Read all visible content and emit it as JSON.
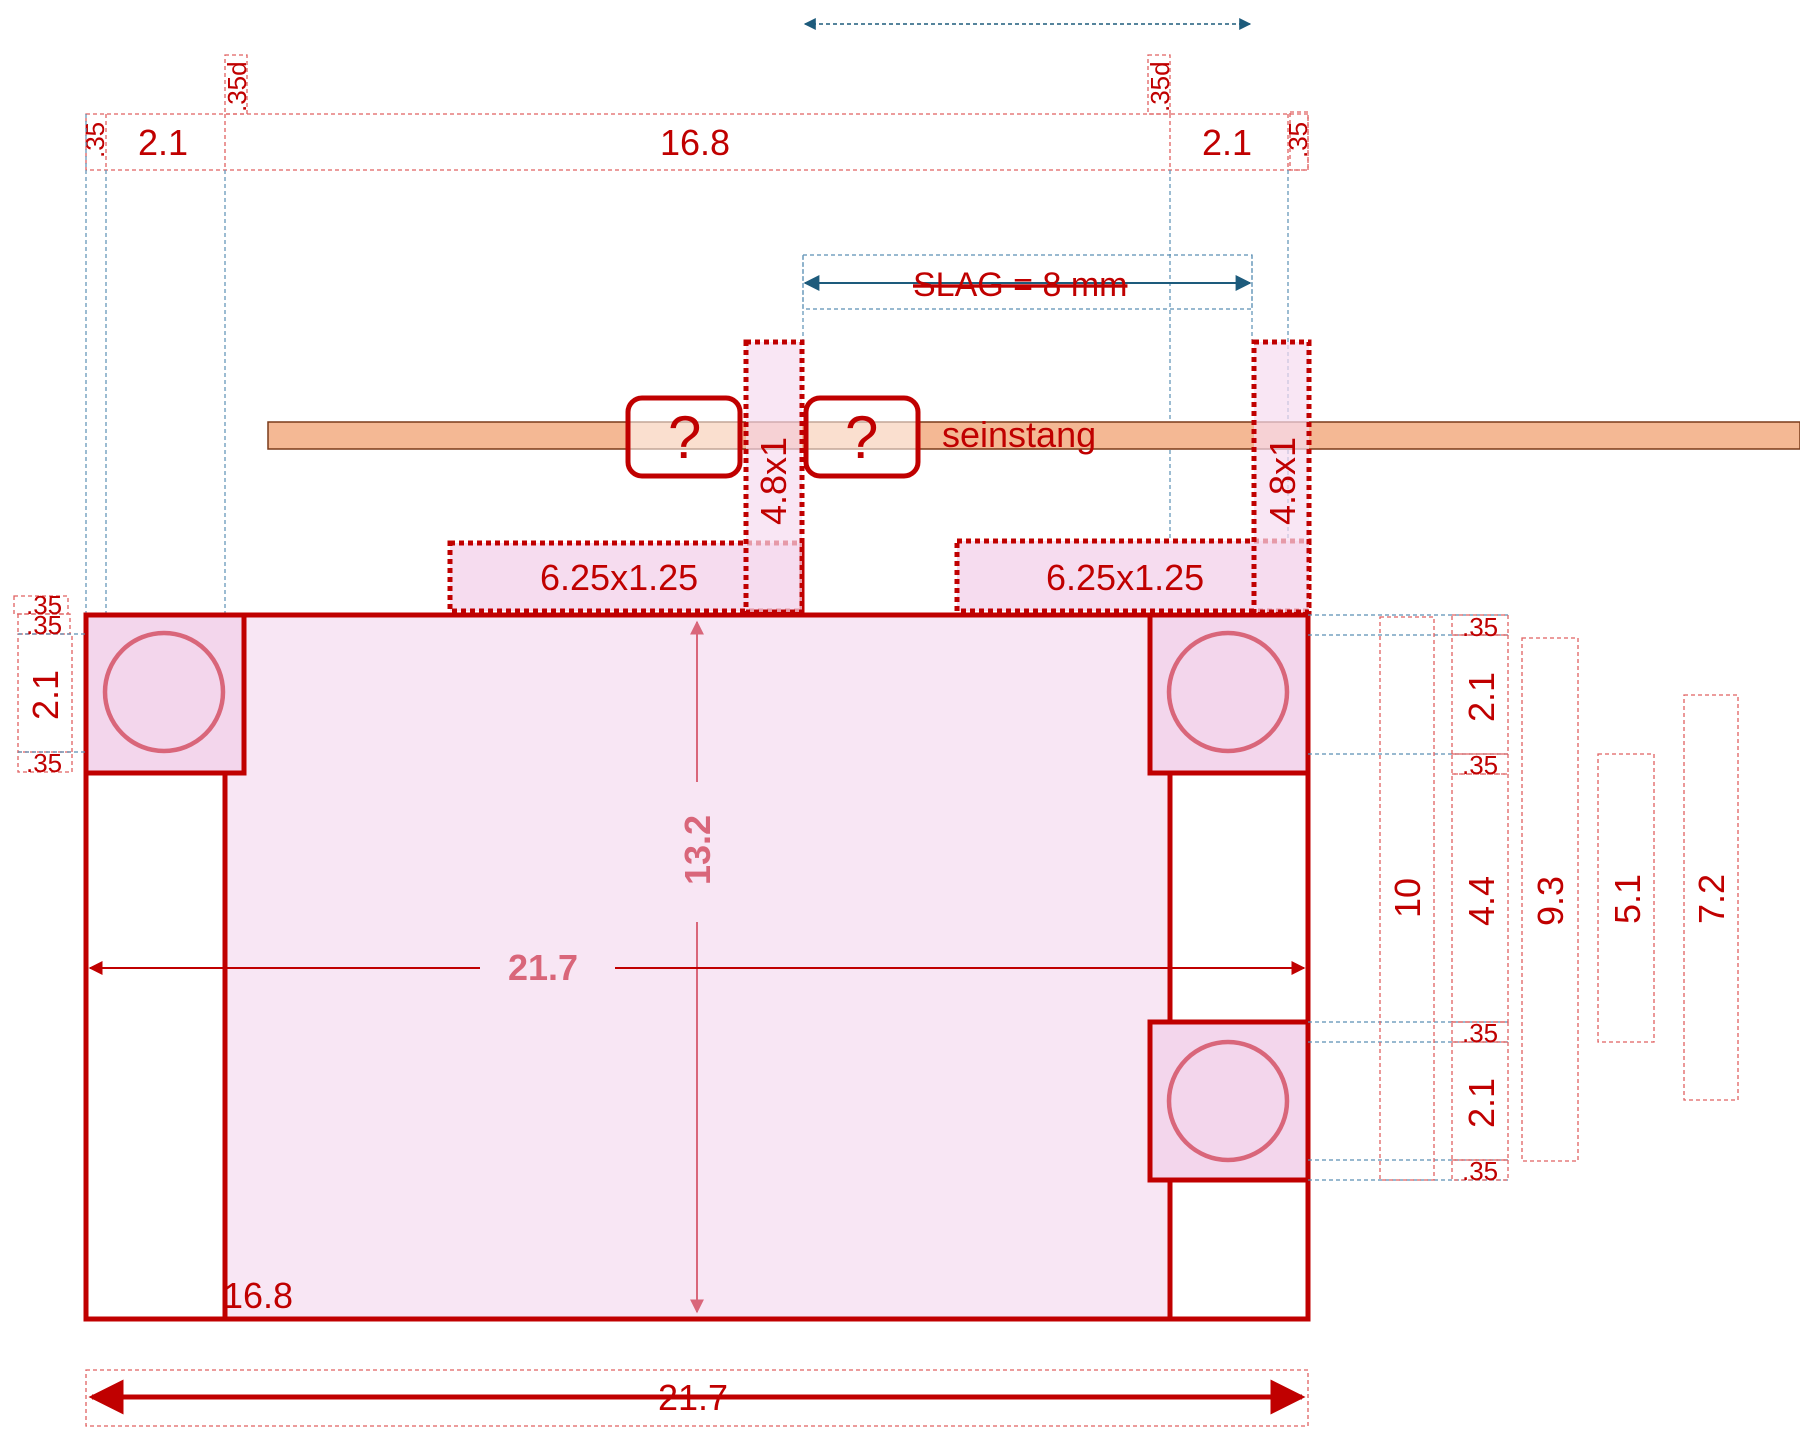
{
  "colors": {
    "accent_red": "#c00000",
    "pcb_fill": "#f8e6f4",
    "rod_fill": "#f4b894",
    "arrow_blue": "#1d5b7c",
    "circle_pink": "#d9667a"
  },
  "top_dims": {
    "left_gap": ".35",
    "left_pad": "2.1",
    "left_hole": ".35d",
    "center": "16.8",
    "right_hole": ".35d",
    "right_pad": "2.1",
    "right_gap": ".35"
  },
  "stroke_label": "SLAG = 8 mm",
  "rod_label": "seinstang",
  "unknown_left": "?",
  "unknown_right": "?",
  "post_left": "4.8x1",
  "post_right": "4.8x1",
  "pad_left": "6.25x1.25",
  "pad_right": "6.25x1.25",
  "left_dims": {
    "top1": ".35",
    "top2": ".35",
    "pad": "2.1",
    "bottom": ".35"
  },
  "board": {
    "height": "13.2",
    "width": "21.7",
    "inner_width": "16.8",
    "overall_width": "21.7"
  },
  "right_dims": {
    "a1": ".35",
    "pad1": "2.1",
    "a2": ".35",
    "gap": "4.4",
    "a3": ".35",
    "pad2": "2.1",
    "a4": ".35",
    "span10": "10",
    "span93": "9.3",
    "span51": "5.1",
    "span72": "7.2"
  }
}
